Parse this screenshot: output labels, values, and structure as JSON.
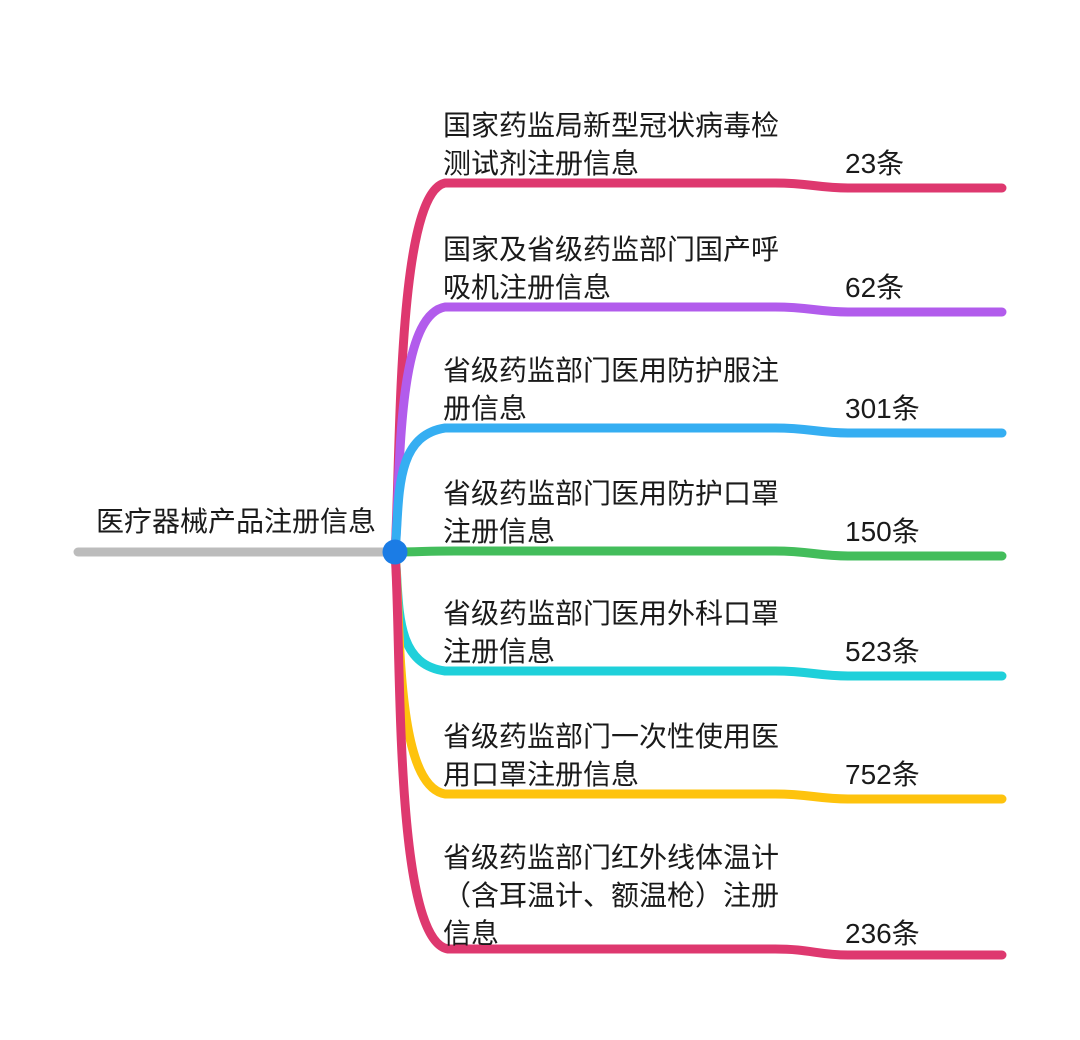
{
  "diagram": {
    "type": "mindmap",
    "root": {
      "label": "医疗器械产品注册信息"
    },
    "branches": [
      {
        "label": "国家药监局新型冠状病毒检\n测试剂注册信息",
        "count": "23条",
        "value": 23,
        "color": "#de386f"
      },
      {
        "label": "国家及省级药监部门国产呼\n吸机注册信息",
        "count": "62条",
        "value": 62,
        "color": "#b25cec"
      },
      {
        "label": "省级药监部门医用防护服注\n册信息",
        "count": "301条",
        "value": 301,
        "color": "#35aef2"
      },
      {
        "label": "省级药监部门医用防护口罩\n注册信息",
        "count": "150条",
        "value": 150,
        "color": "#43bd5b"
      },
      {
        "label": "省级药监部门医用外科口罩\n注册信息",
        "count": "523条",
        "value": 523,
        "color": "#1fd0da"
      },
      {
        "label": "省级药监部门一次性使用医\n用口罩注册信息",
        "count": "752条",
        "value": 752,
        "color": "#fec30d"
      },
      {
        "label": "省级药监部门红外线体温计\n（含耳温计、额温枪）注册\n信息",
        "count": "236条",
        "value": 236,
        "color": "#de386f"
      }
    ],
    "colors": {
      "junction_dot": "#1b7ce5",
      "root_line": "#bcbcbc",
      "text": "#1a1a1a",
      "background": "#ffffff"
    }
  }
}
